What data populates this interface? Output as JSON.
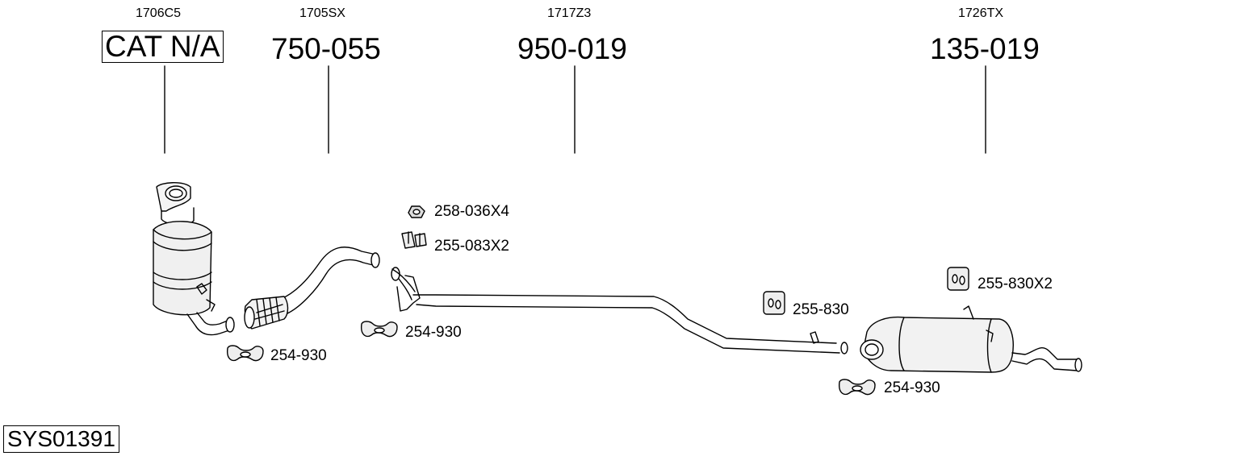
{
  "system_code": "SYS01391",
  "main_parts": [
    {
      "oem": "1706C5",
      "part_number": "CAT N/A",
      "boxed": true
    },
    {
      "oem": "1705SX",
      "part_number": "750-055",
      "boxed": false
    },
    {
      "oem": "1717Z3",
      "part_number": "950-019",
      "boxed": false
    },
    {
      "oem": "1726TX",
      "part_number": "135-019",
      "boxed": false
    }
  ],
  "fittings": [
    {
      "label": "258-036X4",
      "icon": "nut-icon"
    },
    {
      "label": "255-083X2",
      "icon": "bracket-icon"
    },
    {
      "label": "254-930",
      "icon": "clamp-icon"
    },
    {
      "label": "254-930",
      "icon": "clamp-icon"
    },
    {
      "label": "255-830",
      "icon": "rubber-mount-icon"
    },
    {
      "label": "255-830X2",
      "icon": "rubber-mount-icon"
    },
    {
      "label": "254-930",
      "icon": "clamp-icon"
    }
  ]
}
